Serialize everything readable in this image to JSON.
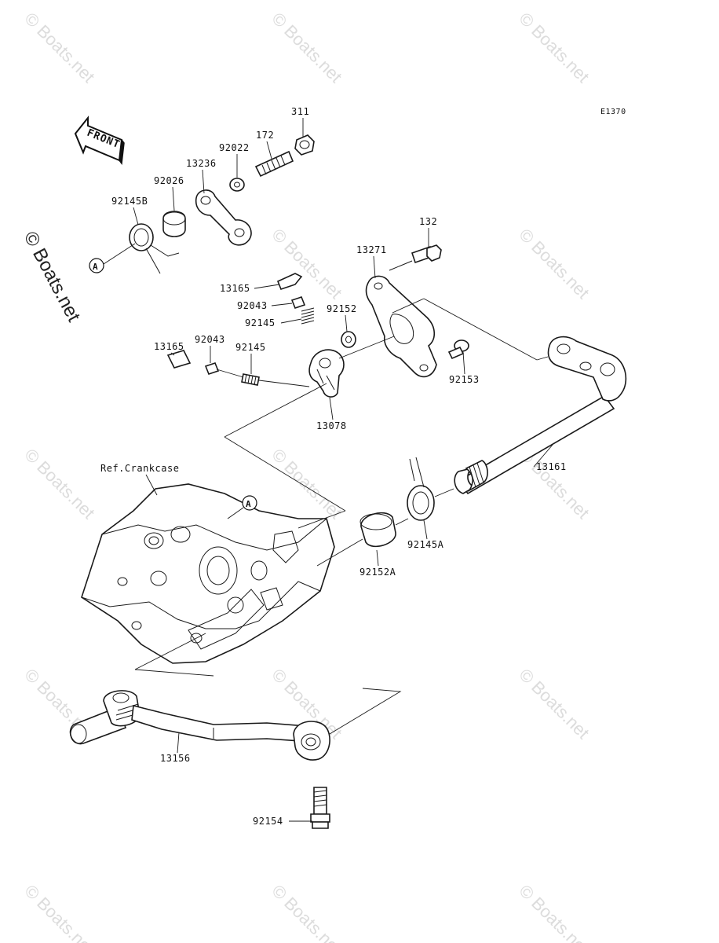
{
  "diagram": {
    "code": "E1370",
    "front_label": "FRONT",
    "ref_label": "Ref.Crankcase",
    "callout_a": "A",
    "watermark": "© Boats.net",
    "parts": {
      "p311": "311",
      "p172": "172",
      "p92022": "92022",
      "p13236": "13236",
      "p92026": "92026",
      "p92145B": "92145B",
      "p132": "132",
      "p13271": "13271",
      "p13165a": "13165",
      "p92043a": "92043",
      "p92145a": "92145",
      "p92152": "92152",
      "p13165b": "13165",
      "p92043b": "92043",
      "p92145b": "92145",
      "p92153": "92153",
      "p13078": "13078",
      "p13161": "13161",
      "p92145A": "92145A",
      "p92152A": "92152A",
      "p13156": "13156",
      "p92154": "92154"
    }
  }
}
